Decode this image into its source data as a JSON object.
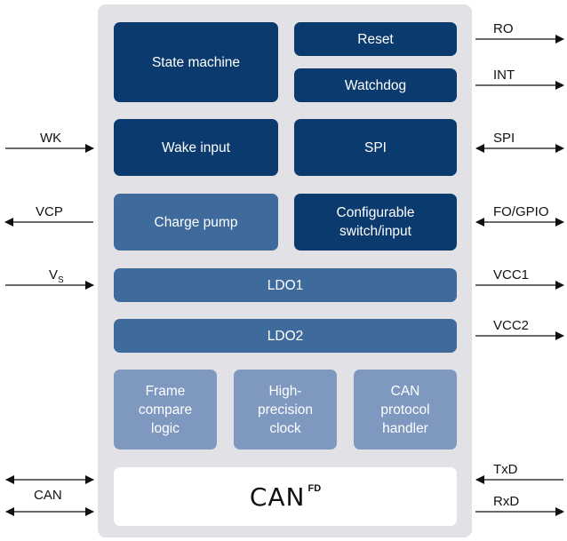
{
  "blocks": {
    "state_machine": "State machine",
    "reset": "Reset",
    "watchdog": "Watchdog",
    "wake_input": "Wake input",
    "spi": "SPI",
    "charge_pump": "Charge pump",
    "configurable_switch": "Configurable\nswitch/input",
    "ldo1": "LDO1",
    "ldo2": "LDO2",
    "frame_compare": "Frame\ncompare\nlogic",
    "high_precision_clock": "High-\nprecision\nclock",
    "can_protocol_handler": "CAN\nprotocol\nhandler",
    "logo_text": "CAN",
    "logo_suffix": "FD"
  },
  "left_signals": {
    "wk": "WK",
    "vcp": "VCP",
    "vs_main": "V",
    "vs_sub": "S",
    "can": "CAN"
  },
  "right_signals": {
    "ro": "RO",
    "int": "INT",
    "spi": "SPI",
    "fo_gpio": "FO/GPIO",
    "vcc1": "VCC1",
    "vcc2": "VCC2",
    "txd": "TxD",
    "rxd": "RxD"
  },
  "colors": {
    "dark_block": "#0b3a6e",
    "mid_block": "#3f6a9c",
    "light_block": "#7e98c0",
    "chip_body": "#e1e1e6"
  }
}
